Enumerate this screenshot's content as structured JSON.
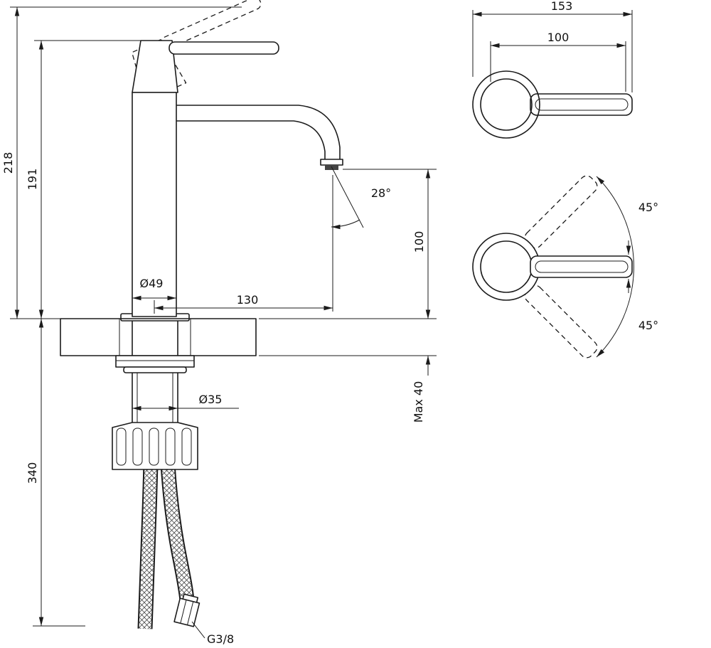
{
  "accent_color": "#1b1b1b",
  "drawing": {
    "side": {
      "h_total": "218",
      "h_body": "191",
      "h_below": "340",
      "d_body": "Ø49",
      "reach": "130",
      "angle": "28°",
      "h_spout": "100",
      "deck": "Max 40",
      "d_shank": "Ø35",
      "thread": "G3/8"
    },
    "top": {
      "len_total": "153",
      "len_lever": "100",
      "swing_up": "45°",
      "swing_down": "45°"
    }
  }
}
